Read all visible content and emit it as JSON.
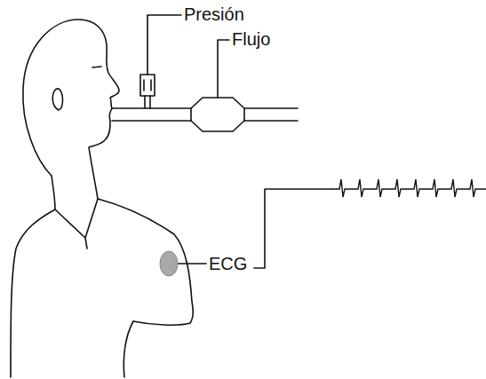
{
  "diagram": {
    "labels": [
      "Presión",
      "Flujo",
      "ECG"
    ]
  }
}
